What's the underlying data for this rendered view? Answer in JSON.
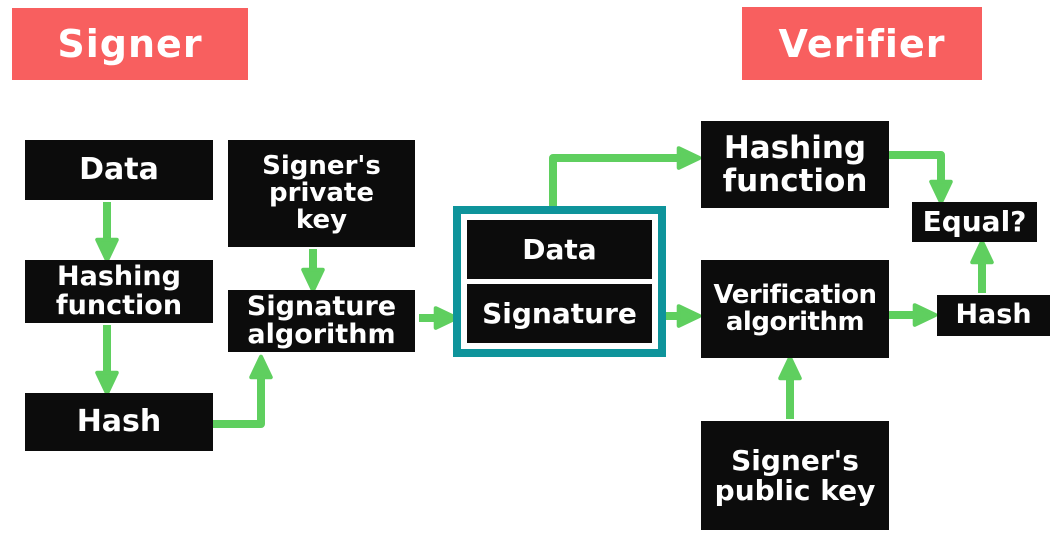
{
  "banners": {
    "signer": "Signer",
    "verifier": "Verifier"
  },
  "colors": {
    "banner_bg": "#F85F5F",
    "box_bg": "#0C0C0C",
    "box_text": "#FFFFFF",
    "arrow": "#5FCF5F",
    "packet_border": "#0E949B",
    "canvas_bg": "#FFFFFF"
  },
  "nodes": {
    "signer_data": "Data",
    "signer_private_key": "Signer's\nprivate\nkey",
    "signer_hashing_function": "Hashing\nfunction",
    "signature_algorithm": "Signature\nalgorithm",
    "signer_hash": "Hash",
    "packet_data": "Data",
    "packet_signature": "Signature",
    "verifier_hashing_function": "Hashing\nfunction",
    "verification_algorithm": "Verification\nalgorithm",
    "equal": "Equal?",
    "verifier_hash": "Hash",
    "signer_public_key": "Signer's\npublic key"
  }
}
